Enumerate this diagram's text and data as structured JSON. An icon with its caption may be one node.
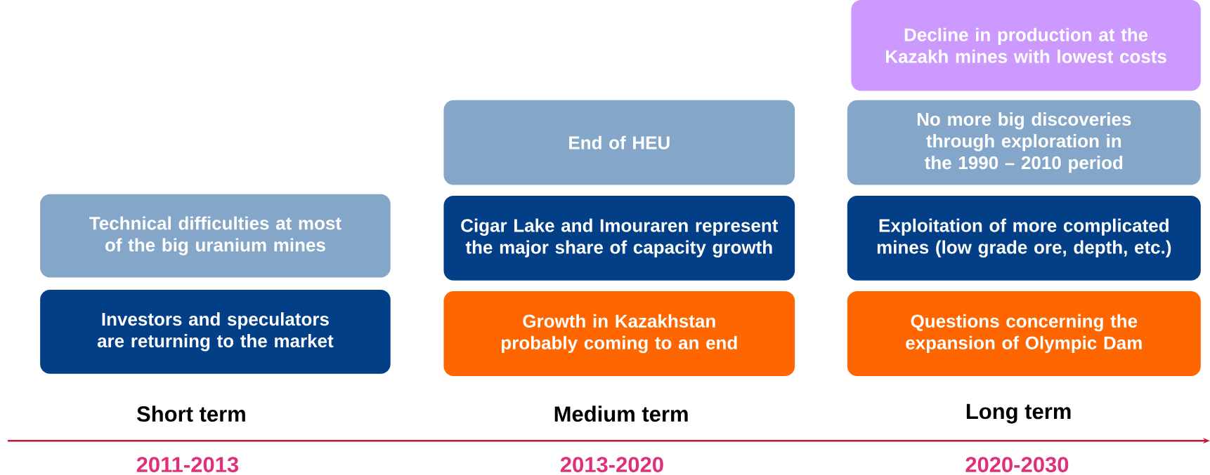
{
  "diagram": {
    "nodes": [
      {
        "text": [
          "Technical difficulties at most of the big uranium mines"
        ]
      },
      {
        "text": [
          "Investors and speculators are returning to the market"
        ]
      },
      {
        "text": [
          "End of HEU"
        ]
      },
      {
        "text": [
          "Cigar Lake and Imouraren represent the major share of capacity growth"
        ]
      },
      {
        "text": [
          "Growth in Kazakhstan probably coming to an end"
        ]
      },
      {
        "text": [
          "Decline in production at the Kazakh mines with lowest costs"
        ]
      },
      {
        "text": [
          "No more big discoveries through exploration in the 1990 – 2010 period"
        ]
      },
      {
        "text": [
          "Exploitation of more complicated mines (low grade ore, depth, etc.)"
        ]
      },
      {
        "text": [
          "Questions concerning the expansion of Olympic Dam"
        ]
      }
    ],
    "labels": [
      "Short term",
      "Medium term",
      "Long term",
      "2011-2013",
      "2013-2020",
      "2020-2030"
    ]
  }
}
